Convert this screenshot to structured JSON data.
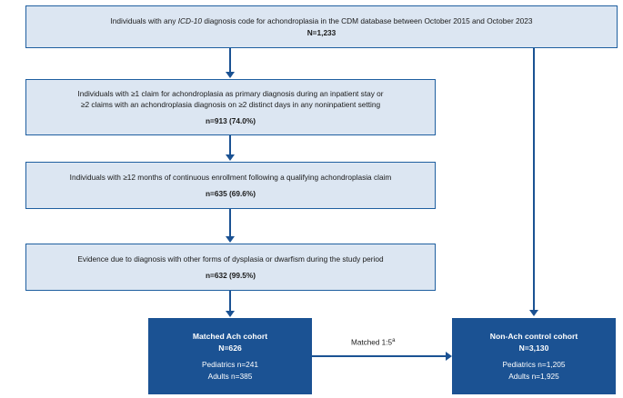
{
  "flow": {
    "boxes": [
      {
        "id": "box-total",
        "line1_pre": "Individuals with any ",
        "line1_italic": "ICD-10",
        "line1_post": " diagnosis code for achondroplasia in the CDM database between October 2015 and October 2023",
        "line2": "N=1,233"
      },
      {
        "id": "box-claims",
        "line1": "Individuals with ≥1 claim for achondroplasia as primary diagnosis during an inpatient stay or",
        "line2": "≥2 claims with an achondroplasia diagnosis on ≥2 distinct days in any noninpatient setting",
        "line3": "n=913 (74.0%)"
      },
      {
        "id": "box-enrollment",
        "line1": "Individuals with ≥12 months of continuous enrollment following a qualifying achondroplasia claim",
        "line2": "n=635 (69.6%)"
      },
      {
        "id": "box-exclusion",
        "line1": "Evidence due to diagnosis with other forms of dysplasia or dwarfism during the study period",
        "line2": "n=632 (99.5%)"
      }
    ],
    "cohorts": [
      {
        "id": "cohort-ach",
        "title": "Matched Ach cohort",
        "count": "N=626",
        "detail1": "Pediatrics n=241",
        "detail2": "Adults n=385"
      },
      {
        "id": "cohort-control",
        "title": "Non-Ach control cohort",
        "count": "N=3,130",
        "detail1": "Pediatrics n=1,205",
        "detail2": "Adults n=1,925"
      }
    ],
    "match_label": "Matched 1:5",
    "match_label_sup": "a"
  },
  "colors": {
    "box_fill": "#dce6f2",
    "box_border": "#1f5fa0",
    "cohort_fill": "#1b5293",
    "connector": "#1b5293"
  }
}
